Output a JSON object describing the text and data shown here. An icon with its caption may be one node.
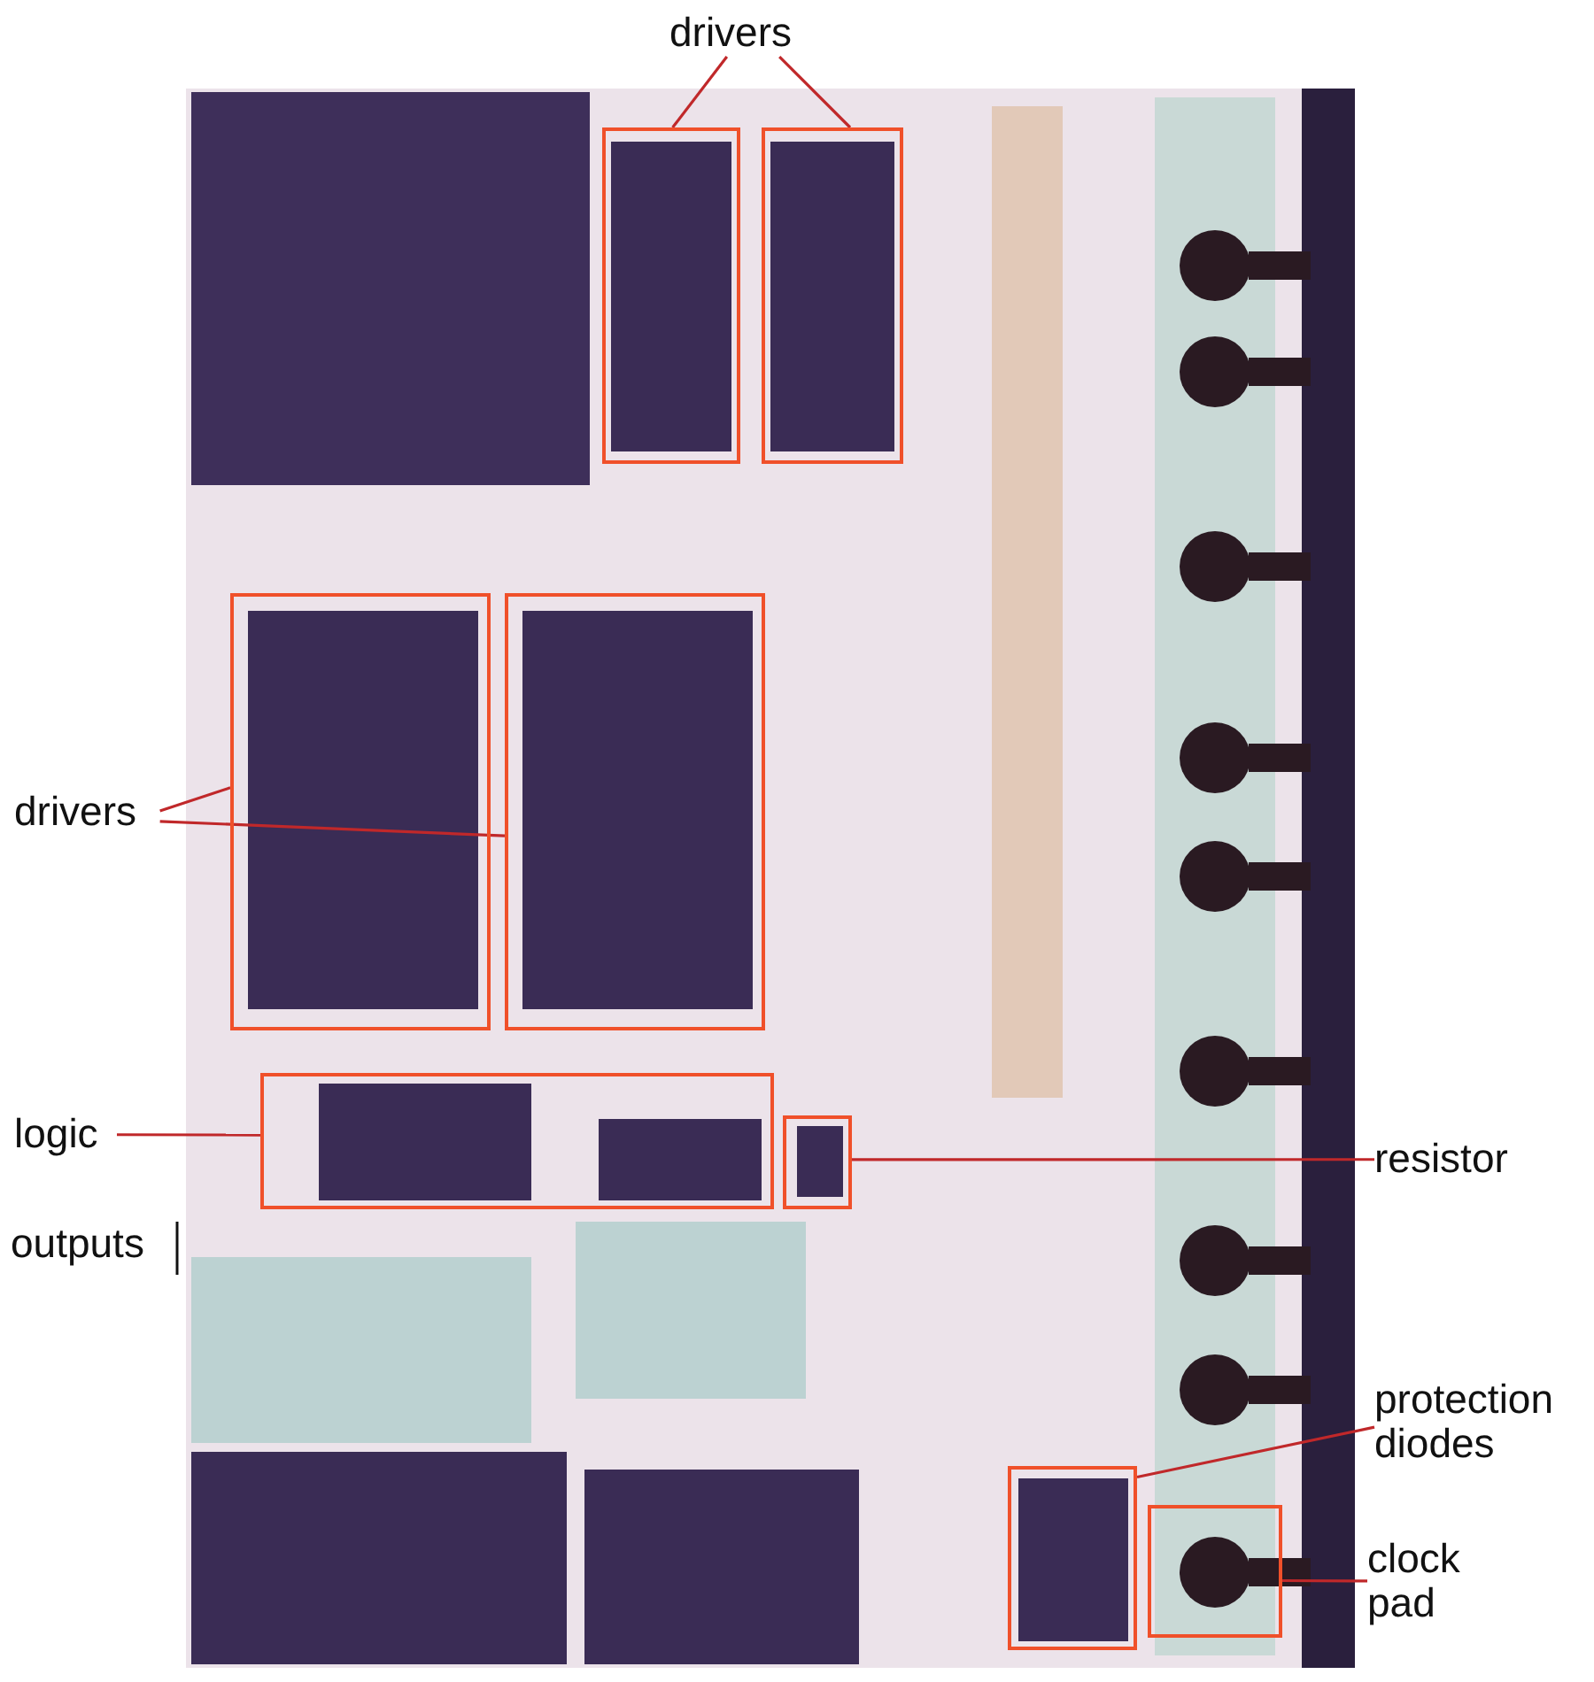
{
  "diagram": {
    "nodes": [
      {
        "text": [
          "drivers"
        ]
      },
      {
        "text": [],
        "shape": "box"
      },
      {
        "text": [],
        "shape": "box"
      },
      {
        "text": [
          "drivers"
        ]
      },
      {
        "text": [],
        "shape": "box"
      },
      {
        "text": [],
        "shape": "box"
      },
      {
        "text": [
          "logic"
        ]
      },
      {
        "text": [],
        "shape": "box"
      },
      {
        "text": [
          "resistor"
        ]
      },
      {
        "text": [],
        "shape": "box"
      },
      {
        "text": [
          "protection diodes"
        ]
      },
      {
        "text": [],
        "shape": "box"
      },
      {
        "text": [
          "clock pad"
        ]
      },
      {
        "text": [],
        "shape": "box"
      }
    ],
    "edges": [
      {
        "from": 0,
        "to": 1,
        "arrow": "none"
      },
      {
        "from": 0,
        "to": 2,
        "arrow": "none"
      },
      {
        "from": 3,
        "to": 4,
        "arrow": "none"
      },
      {
        "from": 3,
        "to": 5,
        "arrow": "none"
      },
      {
        "from": 6,
        "to": 7,
        "arrow": "none"
      },
      {
        "from": 8,
        "to": 9,
        "arrow": "none"
      },
      {
        "from": 10,
        "to": 11,
        "arrow": "none"
      },
      {
        "from": 12,
        "to": 13,
        "arrow": "none"
      }
    ],
    "labels": [
      "outputs"
    ]
  }
}
